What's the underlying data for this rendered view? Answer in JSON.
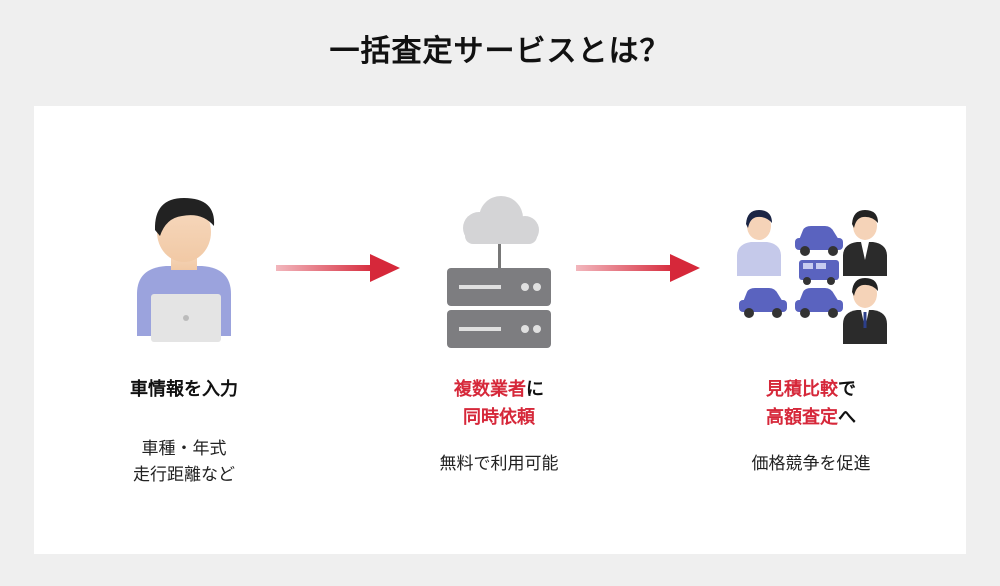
{
  "title": "一括査定サービスとは？",
  "colors": {
    "accent": "#d6283a",
    "background": "#efefef",
    "panel": "#ffffff"
  },
  "steps": [
    {
      "icon": "user-with-laptop-icon",
      "heading_line1": "車情報を入力",
      "desc_line1": "車種・年式",
      "desc_line2": "走行距離など"
    },
    {
      "icon": "cloud-server-icon",
      "heading_red1": "複数業者",
      "heading_black1": "に",
      "heading_red2": "同時依頼",
      "desc_line1": "無料で利用可能"
    },
    {
      "icon": "dealers-and-cars-icon",
      "heading_red1": "見積比較",
      "heading_black1": "で",
      "heading_red2": "高額査定",
      "heading_black2": "へ",
      "desc_line1": "価格競争を促進"
    }
  ]
}
